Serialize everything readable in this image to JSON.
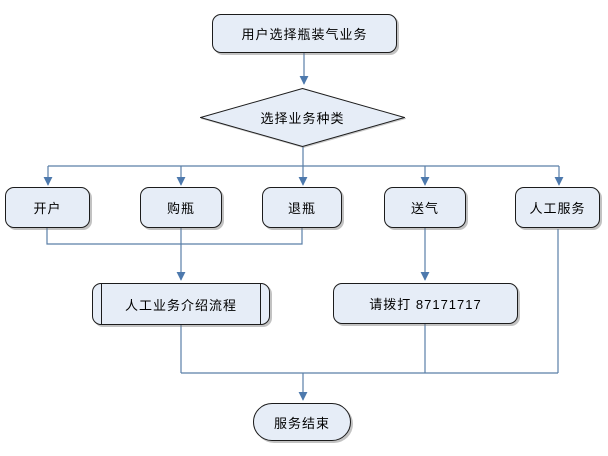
{
  "diagram": {
    "type": "flowchart",
    "language": "zh-CN",
    "nodes": {
      "start": {
        "label": "用户选择瓶装气业务",
        "shape": "rounded-rectangle"
      },
      "decision": {
        "label": "选择业务种类",
        "shape": "diamond"
      },
      "open_account": {
        "label": "开户",
        "shape": "rounded-rectangle"
      },
      "buy_bottle": {
        "label": "购瓶",
        "shape": "rounded-rectangle"
      },
      "return_bottle": {
        "label": "退瓶",
        "shape": "rounded-rectangle"
      },
      "gas_delivery": {
        "label": "送气",
        "shape": "rounded-rectangle"
      },
      "manual_service": {
        "label": "人工服务",
        "shape": "rounded-rectangle"
      },
      "manual_intro": {
        "label": "人工业务介绍流程",
        "shape": "predefined-process"
      },
      "call_number": {
        "label": "请拨打 87171717",
        "shape": "rounded-rectangle"
      },
      "end": {
        "label": "服务结束",
        "shape": "terminator"
      }
    },
    "edges": [
      {
        "from": "start",
        "to": "decision"
      },
      {
        "from": "decision",
        "to": "open_account"
      },
      {
        "from": "decision",
        "to": "buy_bottle"
      },
      {
        "from": "decision",
        "to": "return_bottle"
      },
      {
        "from": "decision",
        "to": "gas_delivery"
      },
      {
        "from": "decision",
        "to": "manual_service"
      },
      {
        "from": "open_account",
        "to": "manual_intro"
      },
      {
        "from": "buy_bottle",
        "to": "manual_intro"
      },
      {
        "from": "return_bottle",
        "to": "manual_intro"
      },
      {
        "from": "gas_delivery",
        "to": "call_number"
      },
      {
        "from": "manual_intro",
        "to": "end"
      },
      {
        "from": "call_number",
        "to": "end"
      },
      {
        "from": "manual_service",
        "to": "end"
      }
    ],
    "colors": {
      "background": "#ffffff",
      "shape_fill": "#e6edf7",
      "shape_border": "#1c1c1c",
      "connector": "#5a7fa8"
    }
  }
}
